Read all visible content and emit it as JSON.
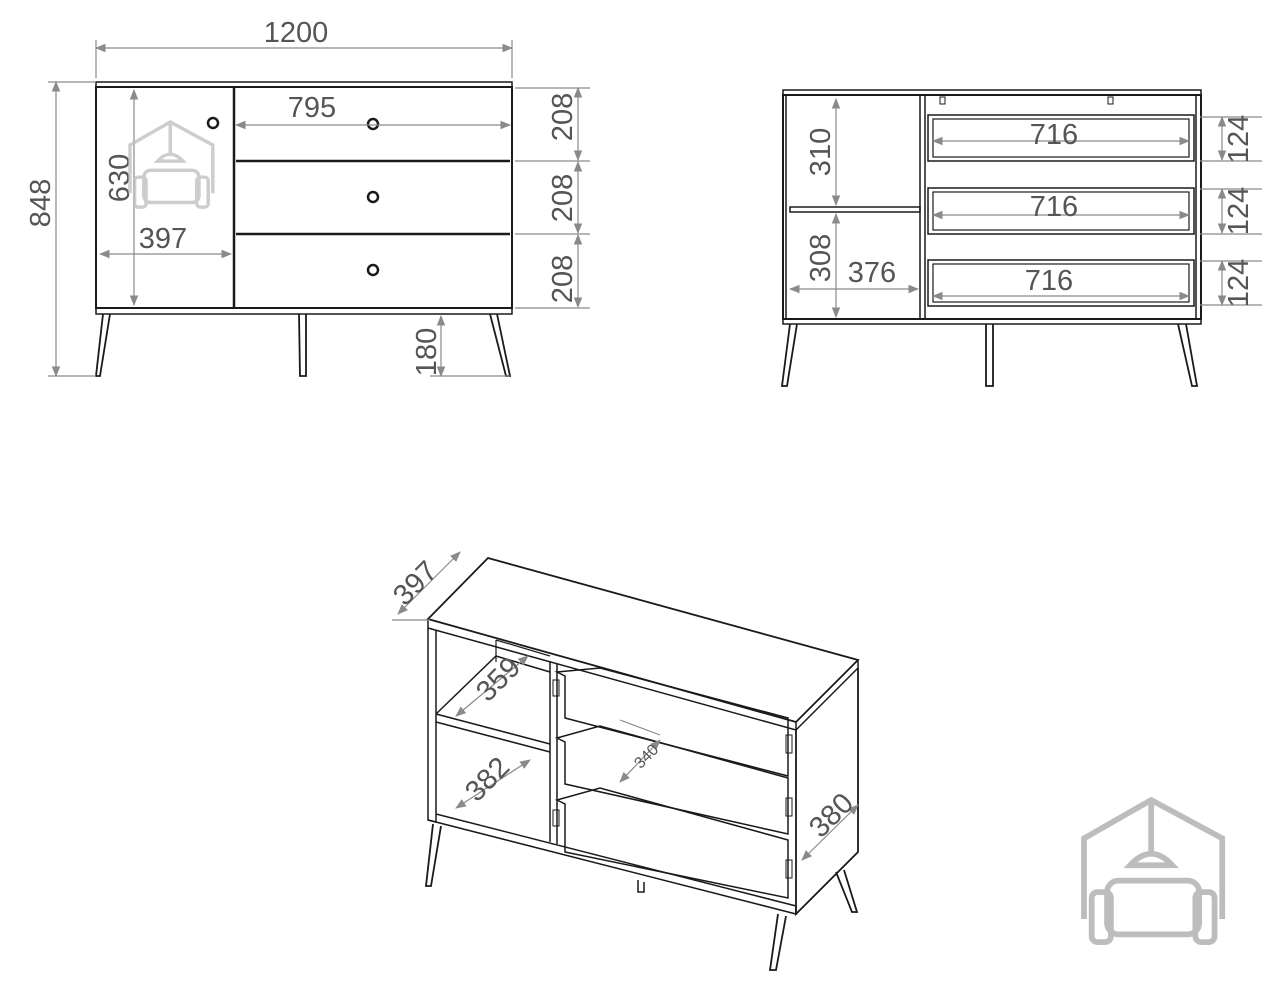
{
  "front_view": {
    "width": "1200",
    "height": "848",
    "drawer_width": "795",
    "door_height": "630",
    "door_width": "397",
    "drawer_heights": [
      "208",
      "208",
      "208"
    ],
    "leg_height": "180"
  },
  "open_view": {
    "upper_shelf_height": "310",
    "lower_shelf_height": "308",
    "shelf_width": "376",
    "drawer_inner_widths": [
      "716",
      "716",
      "716"
    ],
    "drawer_inner_heights": [
      "124",
      "124",
      "124"
    ]
  },
  "perspective_view": {
    "depth": "397",
    "upper_shelf_depth": "359",
    "lower_shelf_depth": "382",
    "drawer_depth": "340",
    "side_depth": "380"
  },
  "watermark": "house-sofa-logo"
}
